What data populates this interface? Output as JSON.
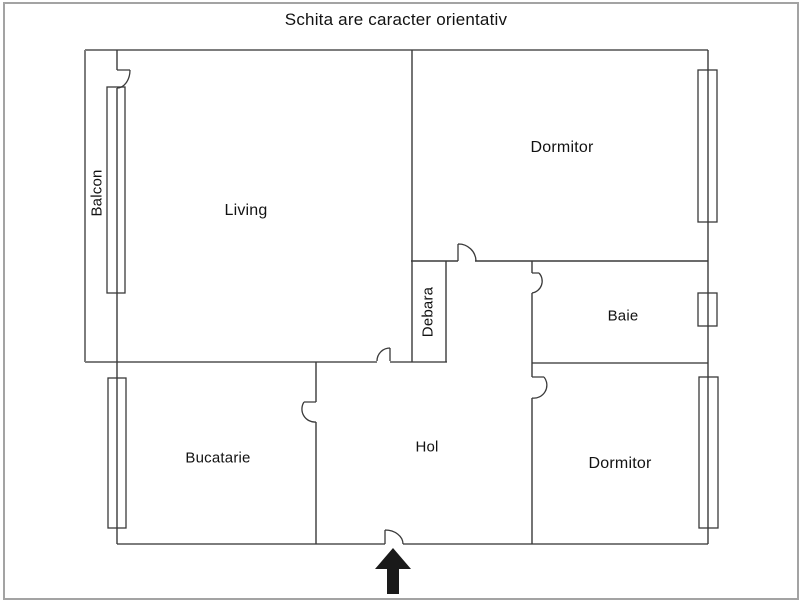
{
  "title": "Schita are caracter orientativ",
  "rooms": {
    "balcon": {
      "label": "Balcon"
    },
    "living": {
      "label": "Living"
    },
    "dormitor_top": {
      "label": "Dormitor"
    },
    "debara": {
      "label": "Debara"
    },
    "baie": {
      "label": "Baie"
    },
    "hol": {
      "label": "Hol"
    },
    "bucatarie": {
      "label": "Bucatarie"
    },
    "dormitor_bottom": {
      "label": "Dormitor"
    }
  },
  "icons": {
    "entrance_arrow": "up-arrow"
  },
  "colors": {
    "wall_primary": "#7d7d7d",
    "wall_secondary": "#3a3a3a",
    "entrance_arrow": "#1a1a1a",
    "frame": "#a3a3a3",
    "background": "#ffffff"
  }
}
